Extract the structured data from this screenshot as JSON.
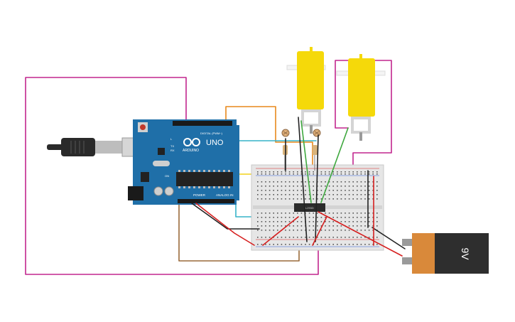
{
  "arduino": {
    "brand": "ARDUINO",
    "model": "UNO",
    "digital_label": "DIGITAL (PWM~)",
    "power_label": "POWER",
    "analog_label": "ANALOG IN",
    "tx_label": "TX",
    "rx_label": "RX",
    "on_label": "ON",
    "l_label": "L"
  },
  "ic": {
    "label": "L293D"
  },
  "battery": {
    "label": "9V"
  },
  "colors": {
    "board": "#1f6fa8",
    "breadboard": "#e6e6e6",
    "motor_yellow": "#f5d90a",
    "battery_orange": "#d9893a",
    "battery_body": "#2e2e2e",
    "wire_magenta": "#c2268e",
    "wire_orange": "#e8891c",
    "wire_cyan": "#37b3c9",
    "wire_yellow": "#f2d21a",
    "wire_green": "#3ea83e",
    "wire_red": "#d62020",
    "wire_black": "#222222",
    "wire_brown": "#9a6a3a"
  },
  "icons": [
    "usb-cable-icon",
    "dc-motor-icon",
    "photoresistor-icon",
    "resistor-icon",
    "battery-icon",
    "ic-chip-icon"
  ]
}
